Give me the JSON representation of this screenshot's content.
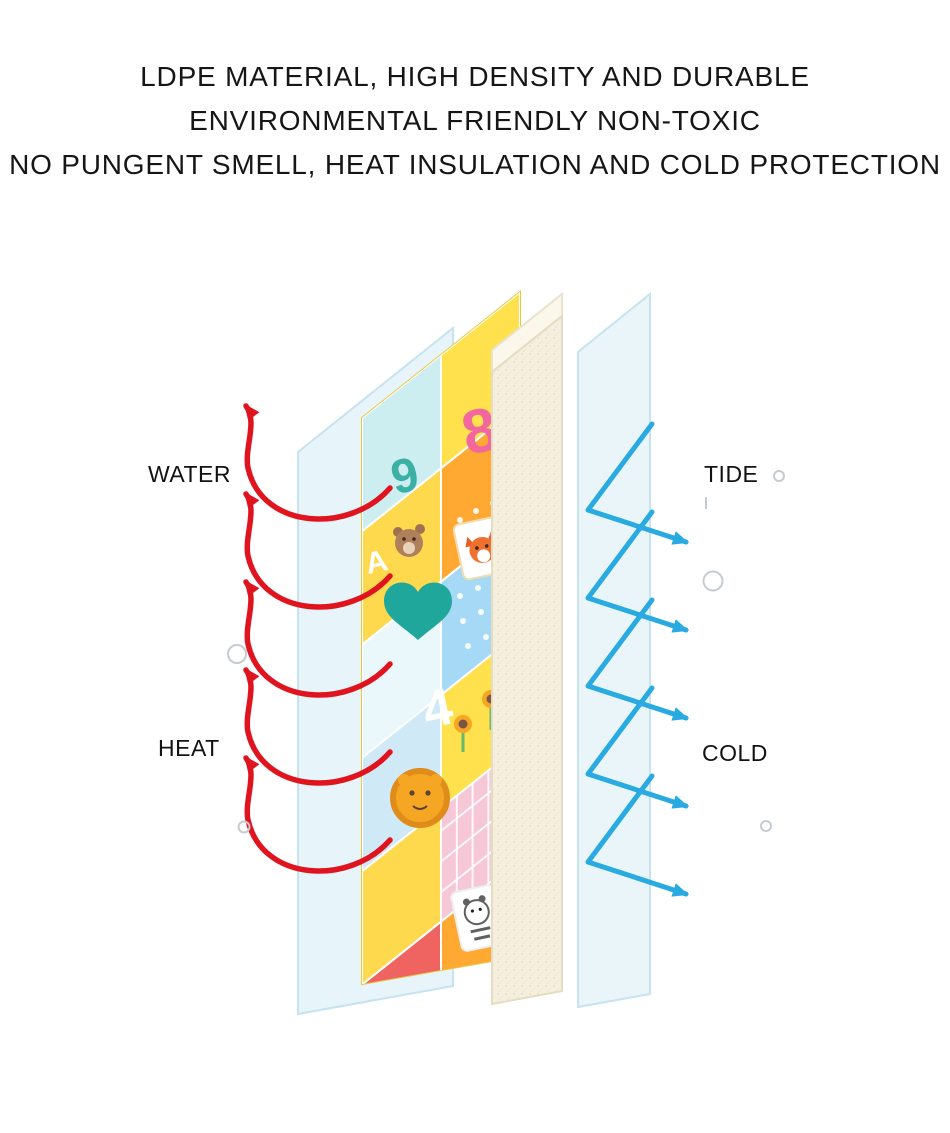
{
  "heading": {
    "line1": "LDPE MATERIAL, HIGH DENSITY AND DURABLE",
    "line2": "ENVIRONMENTAL FRIENDLY NON-TOXIC",
    "line3": "NO PUNGENT SMELL, HEAT INSULATION AND COLD PROTECTION"
  },
  "labels": {
    "water": "WATER",
    "heat": "HEAT",
    "tide": "TIDE",
    "cold": "COLD"
  },
  "mat_glyphs": {
    "eight": "8",
    "nine": "9",
    "four": "4",
    "letter_a": "A"
  },
  "colors": {
    "reflect_arrow": "#e0141f",
    "penetrate_arrow": "#29abe2",
    "film_layer": "#e7f4f9",
    "foam_layer": "#f5efdf",
    "background": "#ffffff"
  }
}
